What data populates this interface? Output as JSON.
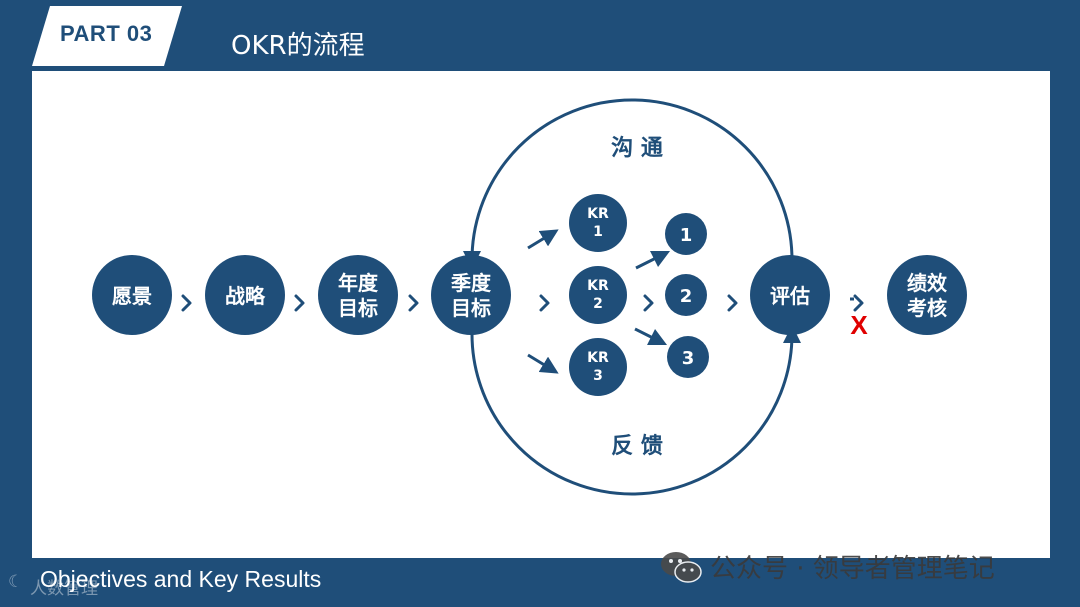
{
  "header": {
    "part_label": "PART 03",
    "title": "OKR的流程"
  },
  "diagram": {
    "nodes": {
      "vision": "愿景",
      "strategy": "战略",
      "annual_goal": [
        "年度",
        "目标"
      ],
      "quarterly_goal": [
        "季度",
        "目标"
      ],
      "kr1": [
        "KR",
        "1"
      ],
      "kr2": [
        "KR",
        "2"
      ],
      "kr3": [
        "KR",
        "3"
      ],
      "n1": "1",
      "n2": "2",
      "n3": "3",
      "evaluate": "评估",
      "performance": [
        "绩效",
        "考核"
      ]
    },
    "loop_top_label": "沟 通",
    "loop_bottom_label": "反 馈",
    "blocked_mark": "X",
    "colors": {
      "node_fill": "#1f4e79",
      "node_text": "#ffffff",
      "blocked": "#e00000"
    }
  },
  "footer": {
    "subtitle": "Objectives and Key Results",
    "logo_text": "人数管理"
  },
  "watermark": {
    "text": "公众号 · 领导者管理笔记",
    "icon": "wechat-icon"
  }
}
